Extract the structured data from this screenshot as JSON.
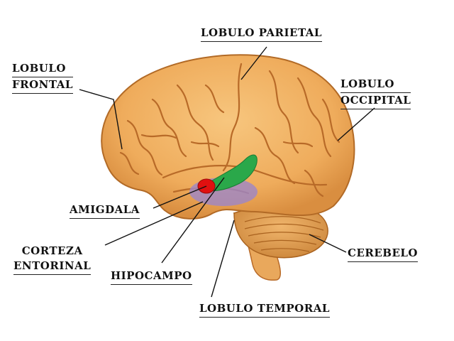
{
  "labels": {
    "lobulo_parietal": "LOBULO PARIETAL",
    "lobulo_frontal": [
      "LOBULO",
      "FRONTAL"
    ],
    "lobulo_occipital": [
      "LOBULO",
      "OCCIPITAL"
    ],
    "amigdala": "AMIGDALA",
    "corteza_entorinal": [
      "CORTEZA",
      "ENTORINAL"
    ],
    "hipocampo": "HIPOCAMPO",
    "lobulo_temporal": "LOBULO TEMPORAL",
    "cerebelo": "CEREBELO"
  },
  "colors": {
    "cortex": "#f2b463",
    "cortex_shadow": "#d4893a",
    "sulci": "#b86a28",
    "cerebellum": "#e7a35a",
    "amigdala": "#e01010",
    "hipocampo": "#2aa84a",
    "corteza_entorinal": "#9c86c8",
    "leader_line": "#111111"
  }
}
